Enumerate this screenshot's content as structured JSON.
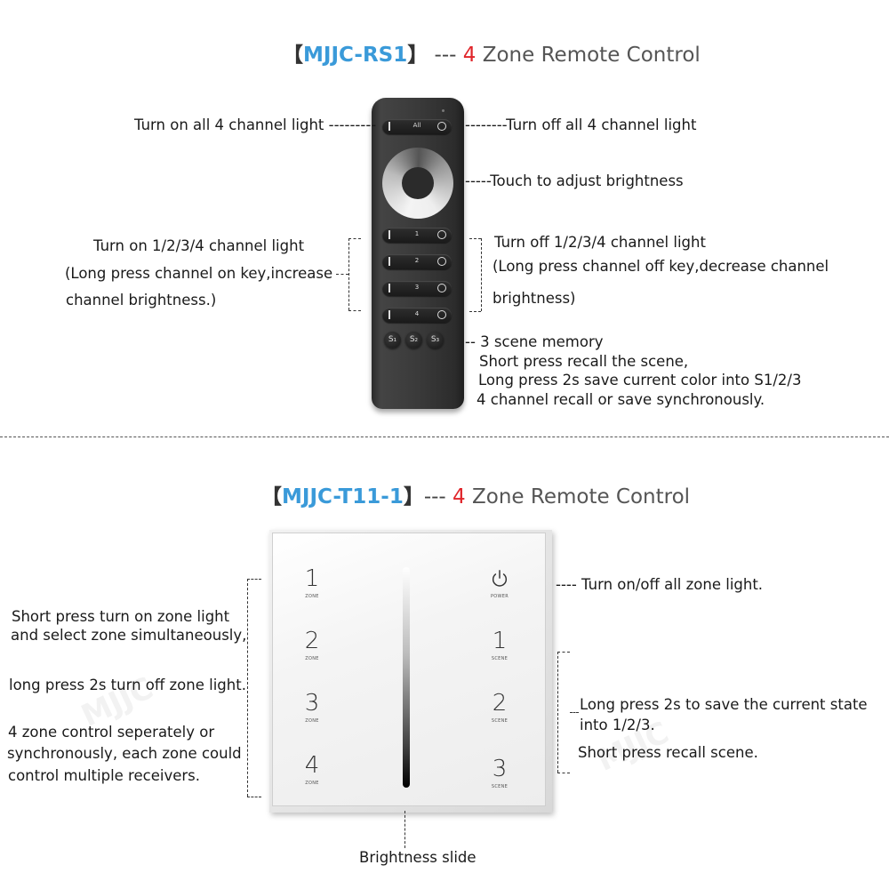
{
  "rs1": {
    "title": {
      "open": "【",
      "model": "MJJC-RS1",
      "close": "】",
      "dashes": " --- ",
      "zones": "4",
      "suffix": " Zone Remote Control"
    },
    "remote": {
      "all_key": "All",
      "channel_keys": [
        "1",
        "2",
        "3",
        "4"
      ],
      "scene_keys": [
        "S₁",
        "S₂",
        "S₃"
      ]
    },
    "annotations": {
      "all_on": "Turn on all 4 channel light ---------",
      "all_off": "--------Turn off all 4 channel light",
      "touch": "-----Touch to adjust brightness",
      "ch_on_1": "Turn on 1/2/3/4 channel light",
      "ch_on_2": "(Long press channel on key,increase",
      "ch_on_3": "channel brightness.)",
      "ch_off_1": "Turn off 1/2/3/4 channel light",
      "ch_off_2": "(Long press channel off key,decrease channel",
      "ch_off_3": "brightness)",
      "scene_1": "-- 3 scene memory",
      "scene_2": "Short press recall the scene,",
      "scene_3": "Long press 2s save current color into S1/2/3",
      "scene_4": "4 channel recall or save synchronously."
    }
  },
  "t11": {
    "title": {
      "open": "【",
      "model": "MJJC-T11-1",
      "close": "】",
      "dashes": "--- ",
      "zones": "4",
      "suffix": " Zone Remote Control"
    },
    "panel": {
      "zones": [
        "1",
        "2",
        "3",
        "4"
      ],
      "zone_label": "ZONE",
      "power_label": "POWER",
      "scenes": [
        "1",
        "2",
        "3"
      ],
      "scene_label": "SCENE"
    },
    "annotations": {
      "left_1": "Short press turn on zone light",
      "left_2": "and select zone simultaneously,",
      "left_3": "long press 2s turn off zone light.",
      "left_4": "4 zone control seperately or",
      "left_5": "synchronously, each zone could",
      "left_6": "control multiple receivers.",
      "power": "---- Turn on/off all zone light.",
      "scene_1": "Long press 2s to save the current state",
      "scene_2": "into 1/2/3.",
      "scene_3": "Short press recall scene.",
      "slide": "Brightness slide"
    },
    "watermark": "MJJC"
  }
}
